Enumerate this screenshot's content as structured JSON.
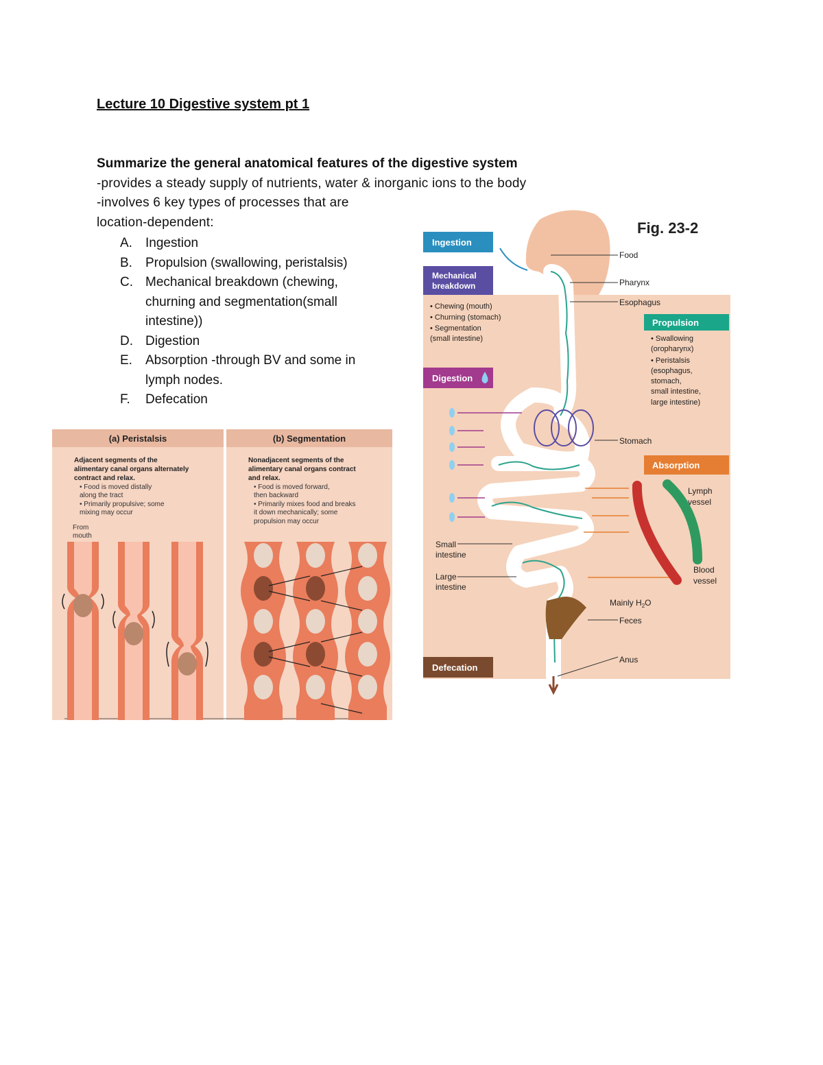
{
  "document": {
    "title": "Lecture 10 Digestive system pt 1",
    "question": "Summarize the general anatomical features of the digestive system",
    "lines": [
      "-provides a steady supply of nutrients, water & inorganic ions to the body",
      "-involves 6 key types of processes that are",
      "location-dependent:"
    ],
    "processes": [
      {
        "letter": "A.",
        "text": "Ingestion"
      },
      {
        "letter": "B.",
        "text": "Propulsion (swallowing, peristalsis)"
      },
      {
        "letter": "C.",
        "text": "Mechanical breakdown (chewing, churning and segmentation(small intestine))"
      },
      {
        "letter": "D.",
        "text": "Digestion"
      },
      {
        "letter": "E.",
        "text": "Absorption -through BV and some in lymph nodes."
      },
      {
        "letter": "F.",
        "text": "Defecation"
      }
    ]
  },
  "figure_peristalsis": {
    "panel_a_title": "(a) Peristalsis",
    "panel_a_desc_bold": [
      "Adjacent segments of the",
      "alimentary canal organs alternately",
      "contract and relax."
    ],
    "panel_a_bullets": [
      "• Food is moved distally",
      "  along the tract",
      "• Primarily propulsive; some",
      "  mixing may occur"
    ],
    "panel_a_from": [
      "From",
      "mouth"
    ],
    "panel_b_title": "(b) Segmentation",
    "panel_b_desc_bold": [
      "Nonadjacent segments of the",
      "alimentary canal organs contract",
      "and relax."
    ],
    "panel_b_bullets": [
      "• Food is moved forward,",
      "  then backward",
      "• Primarily mixes food and breaks",
      "  it down mechanically; some",
      "  propulsion may occur"
    ]
  },
  "figure_digestive": {
    "fig_label": "Fig. 23-2",
    "ingestion": "Ingestion",
    "mechanical": [
      "Mechanical",
      "breakdown"
    ],
    "mechanical_items": [
      "• Chewing (mouth)",
      "• Churning (stomach)",
      "• Segmentation",
      "  (small intestine)"
    ],
    "digestion": "Digestion",
    "propulsion": "Propulsion",
    "propulsion_items": [
      "• Swallowing",
      "  (oropharynx)",
      "• Peristalsis",
      "  (esophagus,",
      "  stomach,",
      "  small intestine,",
      "  large intestine)"
    ],
    "absorption": "Absorption",
    "defecation": "Defecation",
    "labels": {
      "food": "Food",
      "pharynx": "Pharynx",
      "esophagus": "Esophagus",
      "stomach": "Stomach",
      "lymph": [
        "Lymph",
        "vessel"
      ],
      "small_intestine": [
        "Small",
        "intestine"
      ],
      "large_intestine": [
        "Large",
        "intestine"
      ],
      "blood": [
        "Blood",
        "vessel"
      ],
      "mainly": "Mainly H",
      "mainly_sub": "2",
      "mainly_end": "O",
      "feces": "Feces",
      "anus": "Anus"
    },
    "colors": {
      "ingestion": "#2a8fbf",
      "mechanical": "#5a4ea3",
      "digestion": "#a23a8d",
      "propulsion": "#19a689",
      "absorption": "#e57e32",
      "defecation": "#7a4a2e",
      "background": "#f5d2bb"
    }
  }
}
